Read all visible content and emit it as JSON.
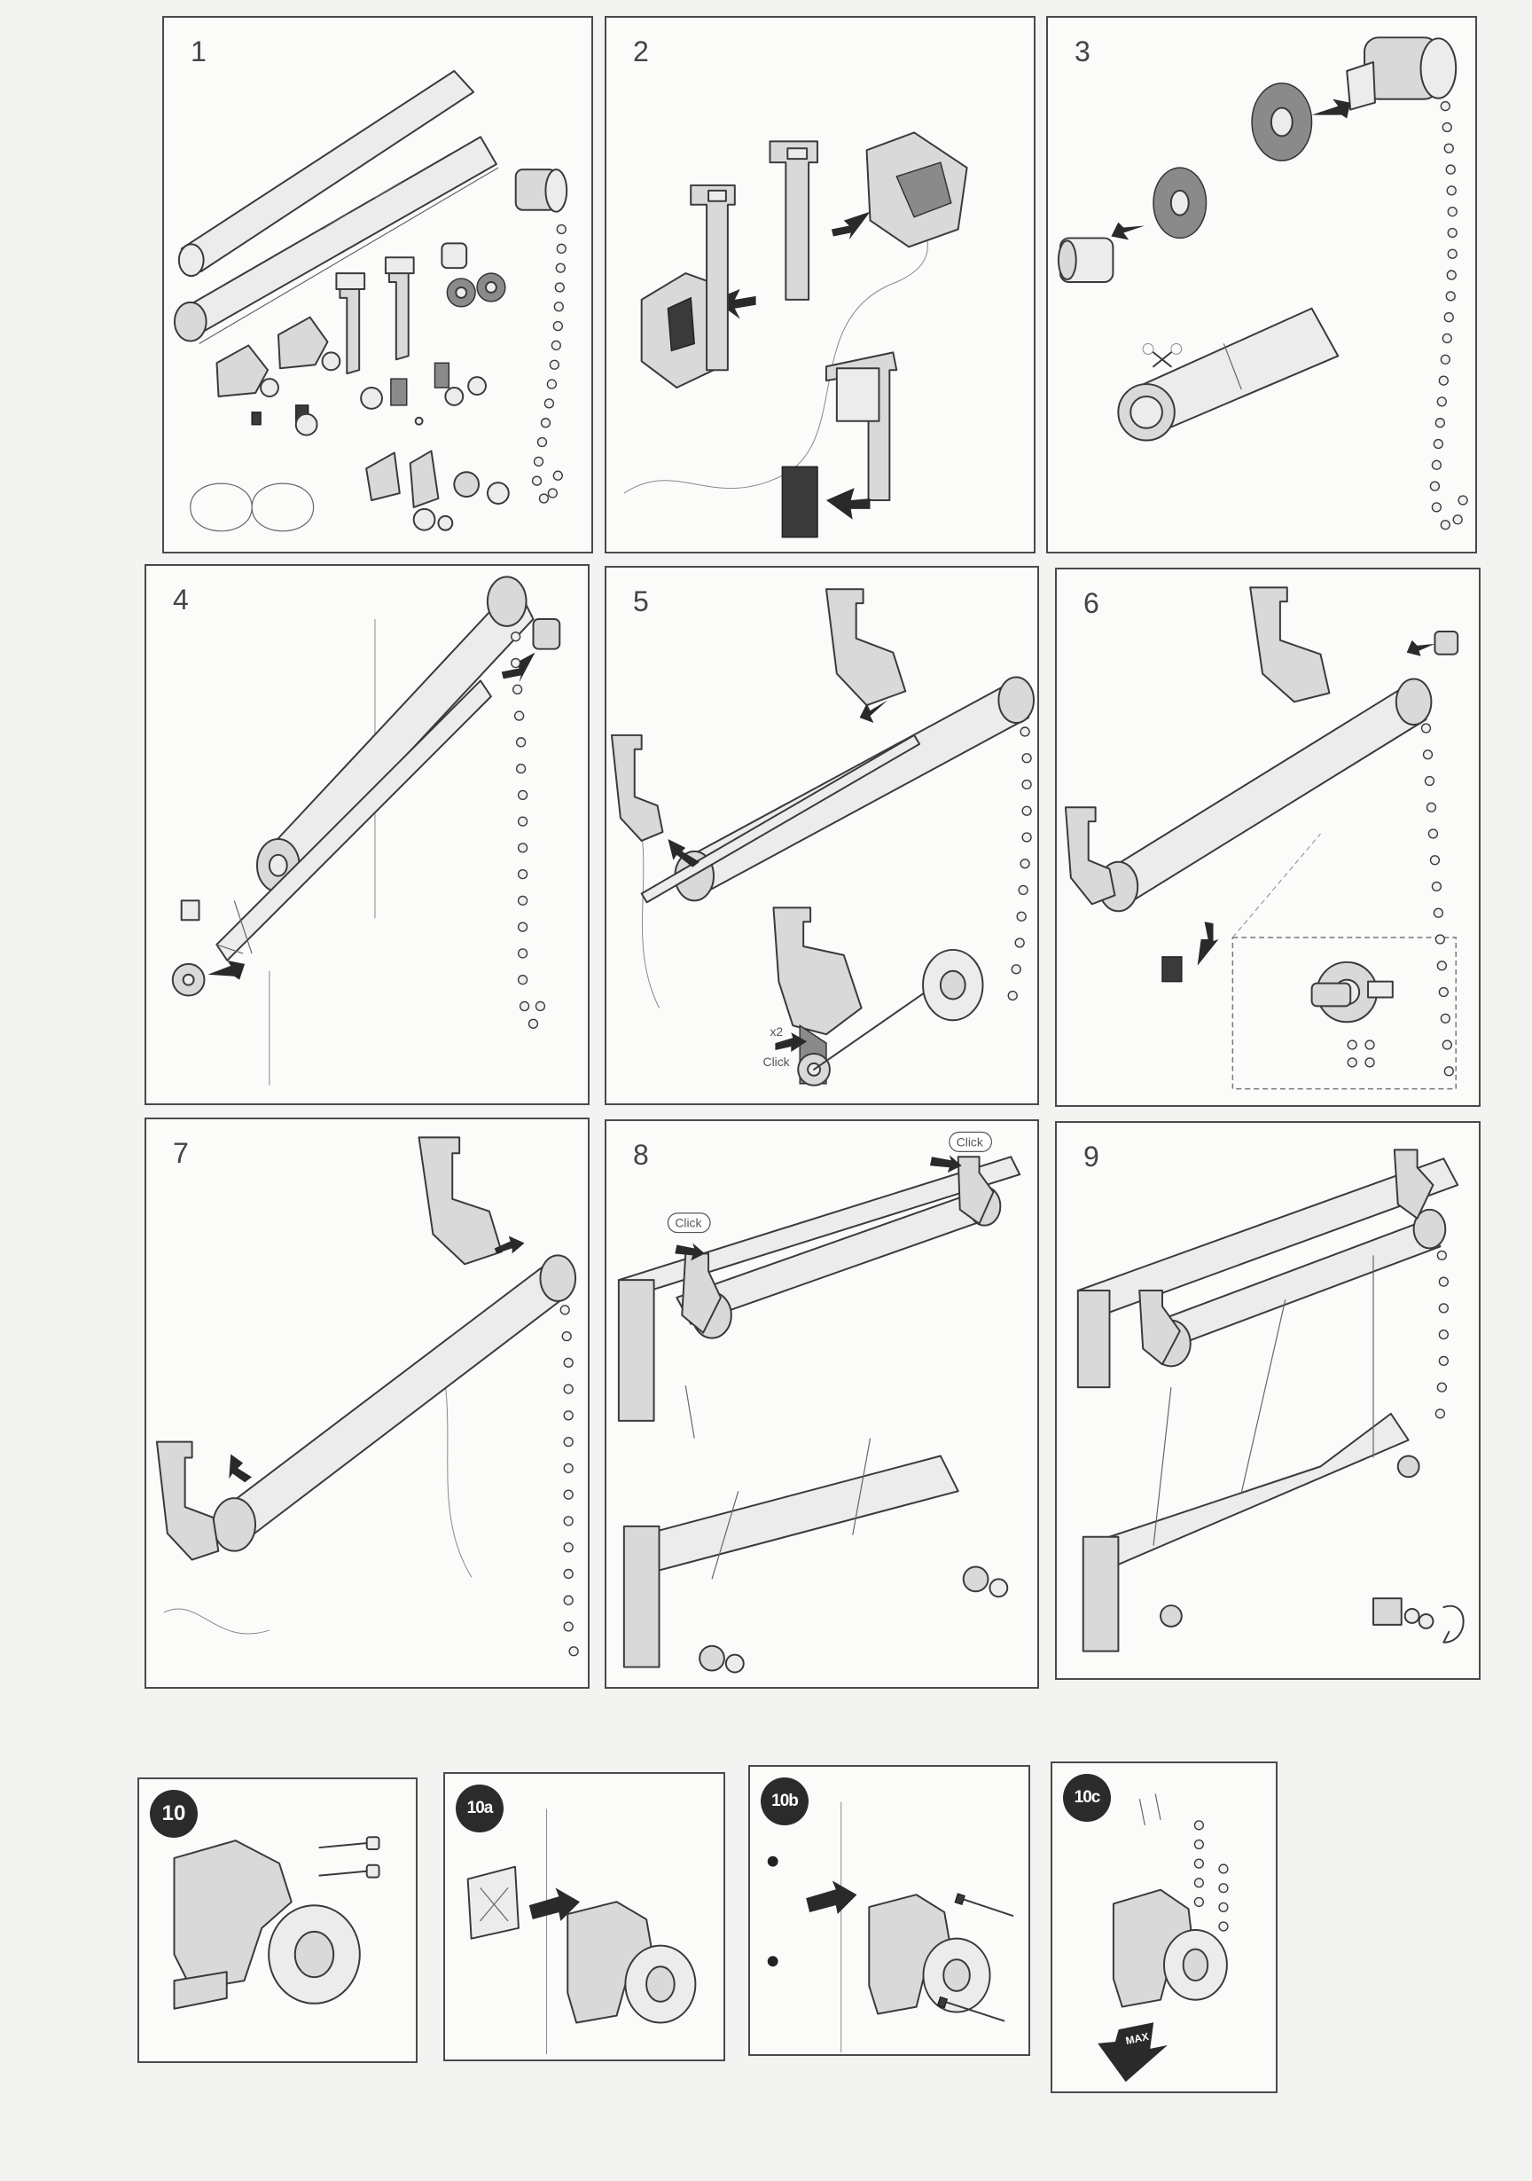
{
  "steps": [
    {
      "number": "1"
    },
    {
      "number": "2"
    },
    {
      "number": "3"
    },
    {
      "number": "4"
    },
    {
      "number": "5"
    },
    {
      "number": "6"
    },
    {
      "number": "7"
    },
    {
      "number": "8"
    },
    {
      "number": "9"
    }
  ],
  "mounting_steps": [
    {
      "badge": "10"
    },
    {
      "badge": "10a"
    },
    {
      "badge": "10b"
    },
    {
      "badge": "10c"
    }
  ],
  "labels": {
    "click": "Click",
    "times_two": "x2",
    "max": "MAX"
  },
  "colors": {
    "ink": "#3a3a3a",
    "badge": "#2b2b2b",
    "paper": "#f3f3f1"
  }
}
